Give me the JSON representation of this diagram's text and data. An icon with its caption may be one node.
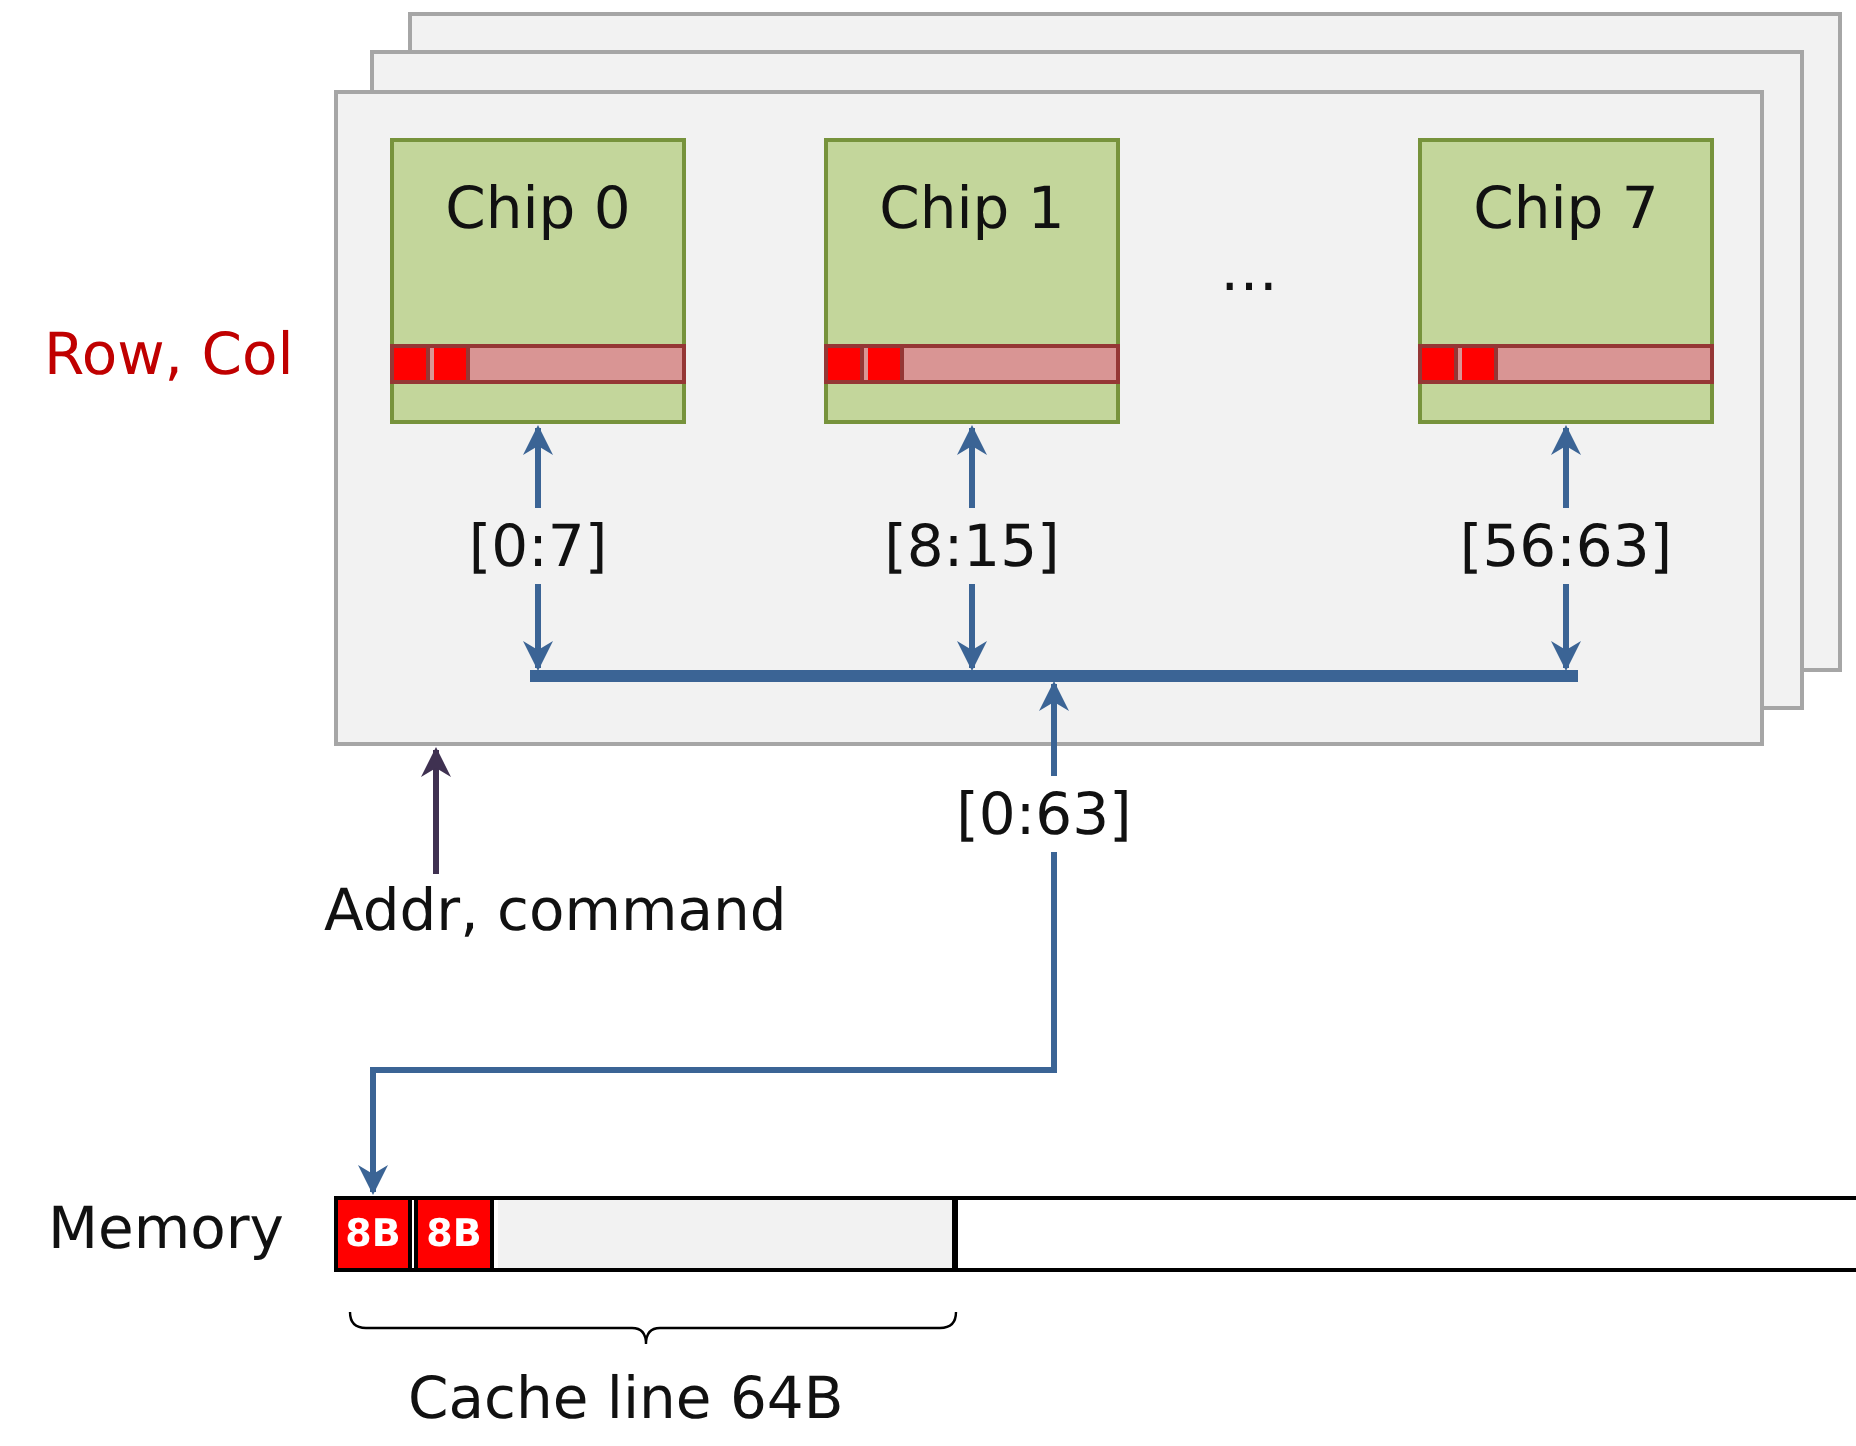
{
  "diagram": {
    "nodes": [
      {
        "text": [],
        "shape": "box"
      },
      {
        "text": [
          "Chip 0"
        ],
        "in": 0
      },
      {
        "text": [
          "Chip 1"
        ],
        "in": 0
      },
      {
        "text": [
          "Chip 7"
        ],
        "in": 0
      },
      {
        "text": [],
        "shape": "bar",
        "in": 0
      },
      {
        "text": [
          "Addr, command"
        ]
      },
      {
        "text": [],
        "shape": "bar",
        "beside": [
          "Memory"
        ]
      },
      {
        "text": [
          "8B"
        ],
        "in": 6
      },
      {
        "text": [
          "8B"
        ],
        "in": 6
      }
    ],
    "edges": [
      {
        "from": 4,
        "to": 1,
        "arrow": "both",
        "label": "[0:7]"
      },
      {
        "from": 4,
        "to": 2,
        "arrow": "both",
        "label": "[8:15]"
      },
      {
        "from": 4,
        "to": 3,
        "arrow": "both",
        "label": "[56:63]"
      },
      {
        "from": 5,
        "to": 0,
        "arrow": "to",
        "color": "#3f3151"
      },
      {
        "from": 4,
        "to": 7,
        "arrow": "both",
        "label": "[0:63]"
      }
    ],
    "labels": [
      "Row, Col",
      "…",
      "Cache line 64B"
    ]
  }
}
